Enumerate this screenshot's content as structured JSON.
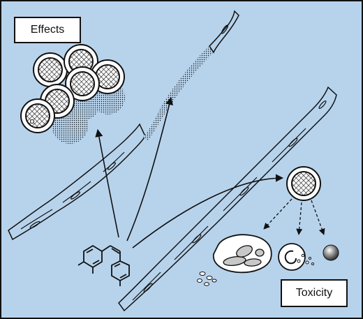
{
  "labels": {
    "effects": "Effects",
    "toxicity": "Toxicity"
  },
  "colors": {
    "background": "#b7d3ec",
    "border": "#111111",
    "cell_fill": "#ffffff",
    "apoptotic_fill": "#c8c8c8"
  },
  "icons": {
    "cell_cluster": "tumor-cell-cluster",
    "endothelium": "elongated-endothelial-cells",
    "molecule": "stilbene-compound",
    "toxic_cell": "hatched-nucleus-cell",
    "necrosis": "necrotic-cell-debris",
    "apoptosis": "apoptotic-cell",
    "dead_cell": "shaded-sphere"
  }
}
